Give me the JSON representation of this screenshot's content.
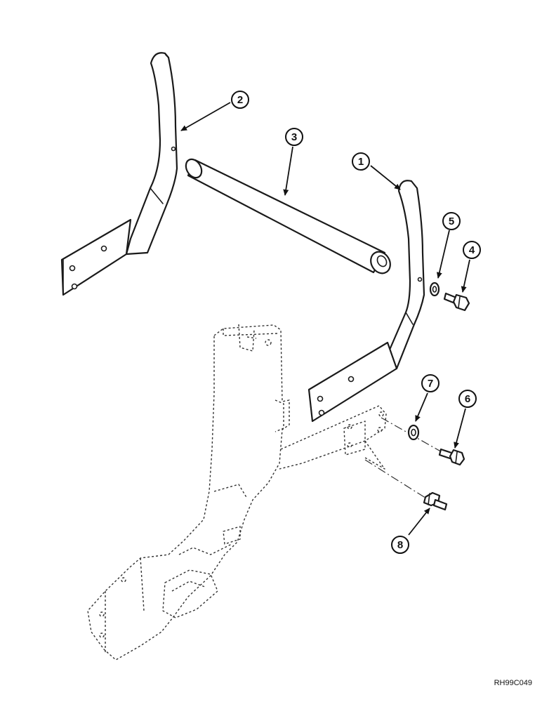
{
  "callouts": [
    {
      "number": "1",
      "part": "right-frame-arm"
    },
    {
      "number": "2",
      "part": "left-frame-arm"
    },
    {
      "number": "3",
      "part": "tube"
    },
    {
      "number": "4",
      "part": "bolt-upper"
    },
    {
      "number": "5",
      "part": "washer-upper"
    },
    {
      "number": "6",
      "part": "bolt-lower"
    },
    {
      "number": "7",
      "part": "washer-lower"
    },
    {
      "number": "8",
      "part": "bolt-bottom"
    }
  ],
  "reference_code": "RH99C049",
  "colors": {
    "line": "#1a1a1a",
    "background": "#ffffff"
  }
}
